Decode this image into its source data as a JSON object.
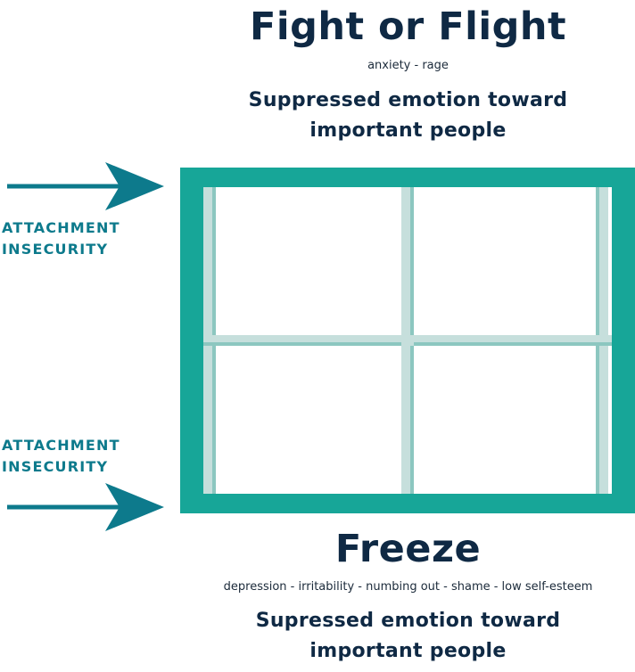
{
  "top": {
    "title": "Fight or Flight",
    "subtitle": "anxiety - rage",
    "description_line1": "Suppressed emotion toward",
    "description_line2": "important people"
  },
  "bottom": {
    "title": "Freeze",
    "subtitle": "depression - irritability - numbing out - shame - low self-esteem",
    "description_line1": "Supressed emotion toward",
    "description_line2": "important people"
  },
  "side_labels": {
    "top_line1": "ATTACHMENT",
    "top_line2": "INSECURITY",
    "bottom_line1": "ATTACHMENT",
    "bottom_line2": "INSECURITY"
  },
  "colors": {
    "title_text": "#0f2944",
    "label_text": "#0d7a8c",
    "arrow": "#0d7a8c",
    "window_frame": "#17a698",
    "window_mullion": "#c6dfdc",
    "mullion_shadow": "#8cc7c0"
  }
}
